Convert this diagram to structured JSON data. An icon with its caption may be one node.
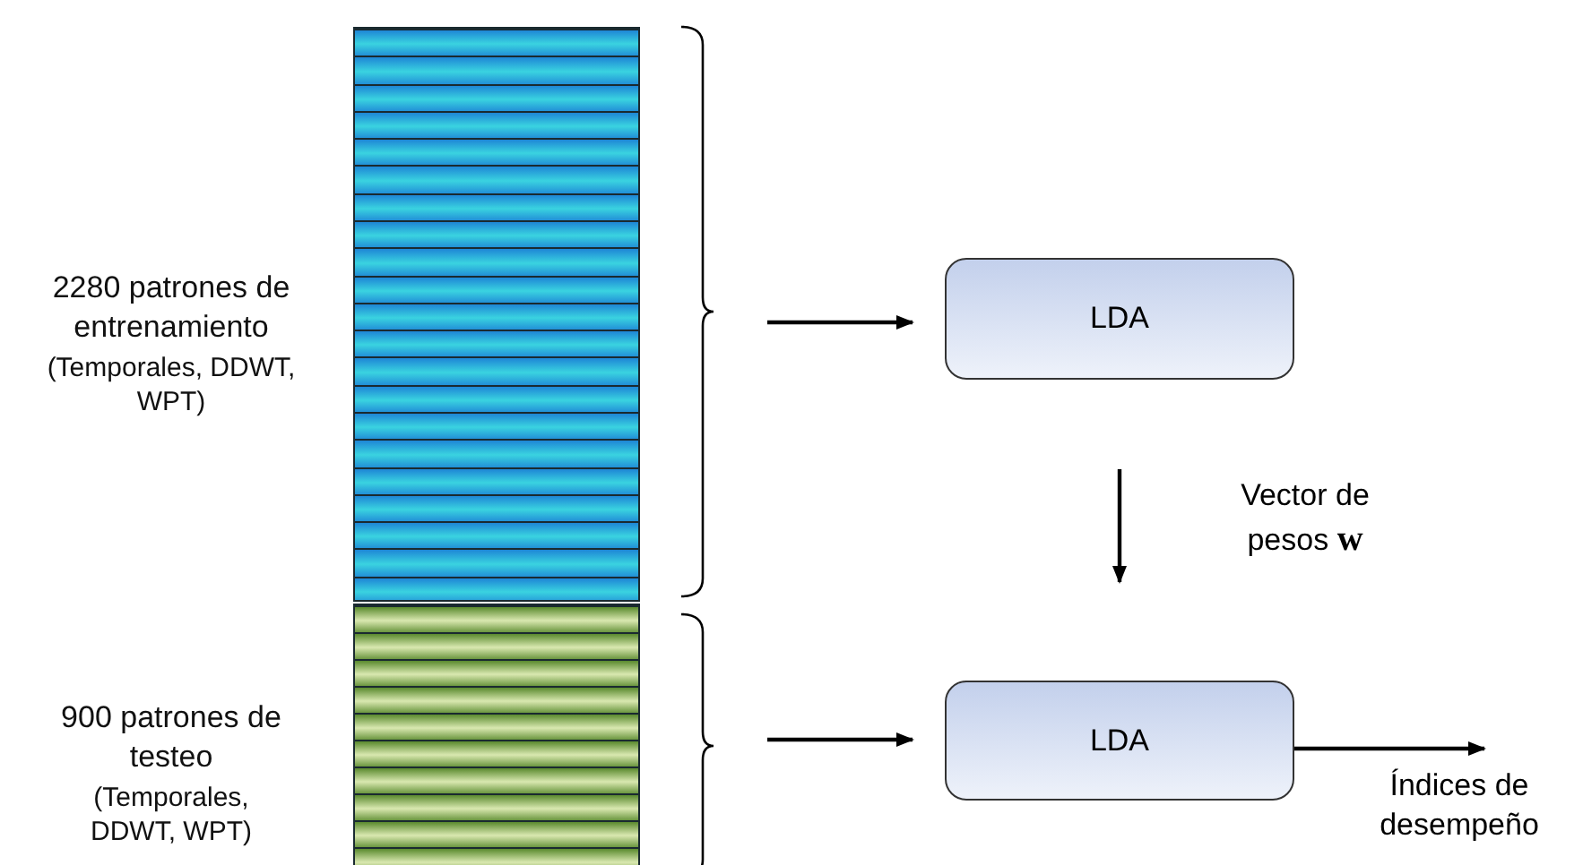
{
  "diagram": {
    "nodes": [
      {
        "text": [],
        "shape": "bar",
        "beside": [
          "2280 patrones de entrenamiento",
          "(Temporales, DDWT, WPT)"
        ]
      },
      {
        "text": [],
        "shape": "bar",
        "beside": [
          "900 patrones de testeo",
          "(Temporales, DDWT, WPT)"
        ]
      },
      {
        "text": [
          "LDA"
        ]
      },
      {
        "text": [
          "LDA"
        ]
      },
      {
        "text": [
          "Índices de desempeño"
        ]
      }
    ],
    "edges": [
      {
        "from": null,
        "to": 2,
        "arrow": "to"
      },
      {
        "from": 2,
        "to": 3,
        "arrow": "to",
        "label": "Vector de pesos **w**"
      },
      {
        "from": null,
        "to": 3,
        "arrow": "to"
      },
      {
        "from": 3,
        "to": 4,
        "arrow": "to"
      }
    ]
  }
}
